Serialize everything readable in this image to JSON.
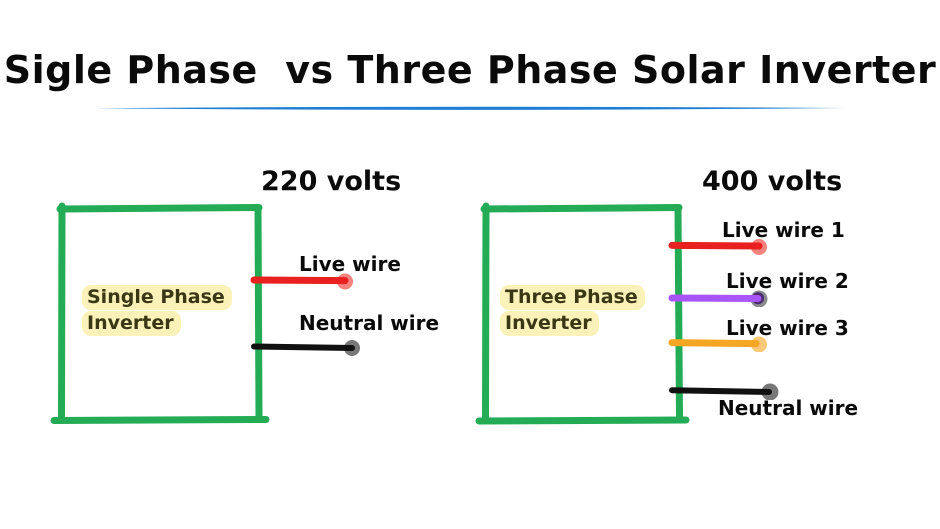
{
  "page": {
    "background_color": "#ffffff",
    "title": "Sigle Phase  vs Three Phase Solar Inverter",
    "title_underline_color": "#1f7fd4"
  },
  "palette": {
    "box_green": "#24ab56",
    "highlight_yellow": "#faf2b8",
    "label_text": "#3b3714",
    "black_text": "#0a0a0a",
    "wire_red": "#e8201f",
    "wire_red_dot": "#f4837f",
    "wire_purple": "#a855f7",
    "wire_purple_dot": "#4c2a72",
    "wire_orange": "#f5a623",
    "wire_orange_dot": "#fbc877",
    "wire_black": "#111111",
    "wire_black_dot": "#787878"
  },
  "left_diagram": {
    "name": "single-phase",
    "voltage_label": "220 volts",
    "box_label_line1": "Single Phase",
    "box_label_line2": "Inverter",
    "wires": [
      {
        "label": "Live wire",
        "color": "#e8201f",
        "dot_color": "#f4837f",
        "kind": "live"
      },
      {
        "label": "Neutral wire",
        "color": "#111111",
        "dot_color": "#787878",
        "kind": "neutral"
      }
    ]
  },
  "right_diagram": {
    "name": "three-phase",
    "voltage_label": "400 volts",
    "box_label_line1": "Three Phase",
    "box_label_line2": "Inverter",
    "wires": [
      {
        "label": "Live wire 1",
        "color": "#e8201f",
        "dot_color": "#f4837f",
        "kind": "live"
      },
      {
        "label": "Live wire 2",
        "color": "#a855f7",
        "dot_color": "#4c2a72",
        "kind": "live"
      },
      {
        "label": "Live wire 3",
        "color": "#f5a623",
        "dot_color": "#fbc877",
        "kind": "live"
      },
      {
        "label": "Neutral wire",
        "color": "#111111",
        "dot_color": "#787878",
        "kind": "neutral"
      }
    ]
  }
}
